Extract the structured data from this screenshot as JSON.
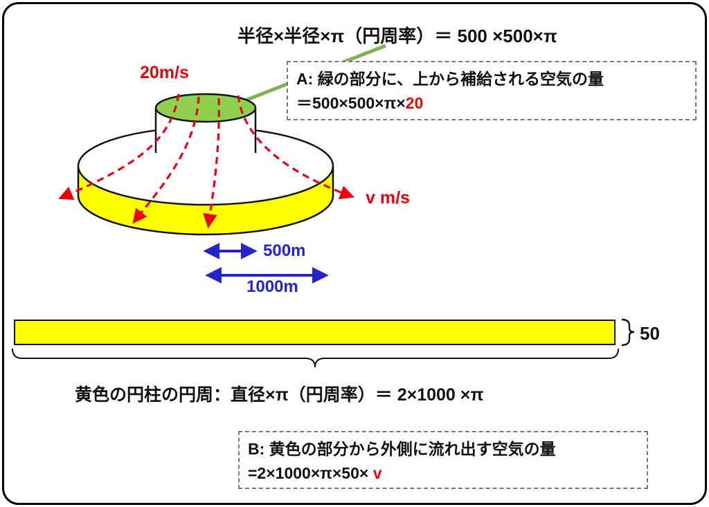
{
  "colors": {
    "red": "#e8000d",
    "blue": "#2424cc",
    "green_fill": "#8fd14f",
    "green_pointer": "#7cb355",
    "yellow": "#ffff00"
  },
  "top_formula": "半径×半径×π（円周率）＝ 500 ×500×π",
  "box_a": {
    "line1": "A: 緑の部分に、上から補給される空気の量",
    "line2_prefix": "＝500×500×π×",
    "line2_highlight": "20"
  },
  "diagram": {
    "inflow_label": "20m/s",
    "outflow_label": "v m/s",
    "radius_label": "500m",
    "diameter_label": "1000m"
  },
  "strip": {
    "height_label": "50",
    "circumference_formula": "黄色の円柱の円周：直径×π（円周率）＝ 2×1000 ×π"
  },
  "box_b": {
    "line1": "B: 黄色の部分から外側に流れ出す空気の量",
    "line2_prefix": "=2×1000×π×50× ",
    "line2_highlight": "v"
  }
}
